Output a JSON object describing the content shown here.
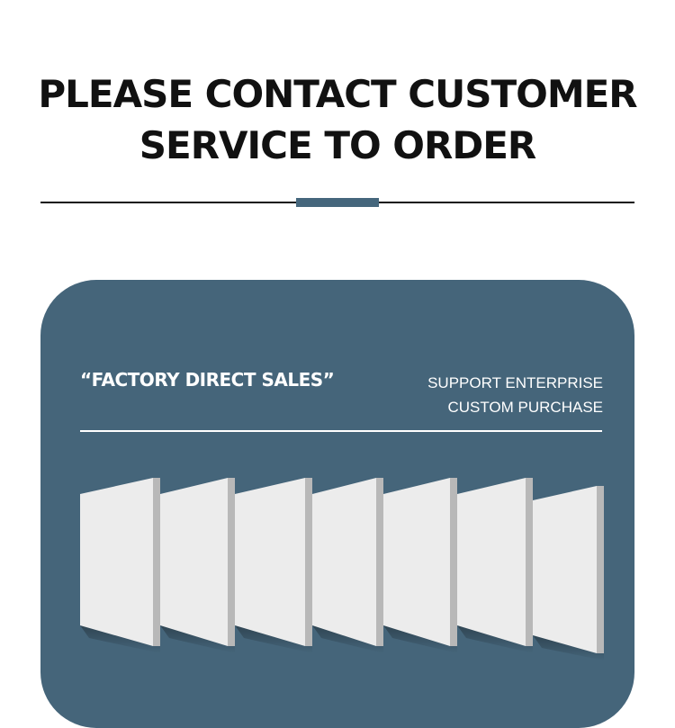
{
  "headline": {
    "line1": "PLEASE CONTACT CUSTOMER",
    "line2": "SERVICE TO ORDER"
  },
  "colors": {
    "accent": "#45667c",
    "panel": "#45657a",
    "board_face": "#ececec",
    "board_edge": "#b8b8b8"
  },
  "panel": {
    "slogan": "“FACTORY DIRECT SALES”",
    "support_line1": "SUPPORT ENTERPRISE",
    "support_line2": "CUSTOM PURCHASE"
  },
  "illustration": {
    "subject": "white-panel-boards",
    "count": 7
  }
}
